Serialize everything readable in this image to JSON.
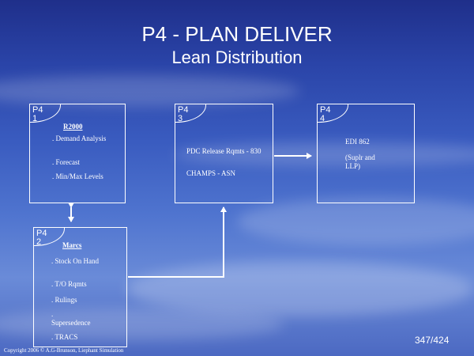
{
  "slide": {
    "title": "P4 - PLAN DELIVER",
    "subtitle": "Lean Distribution",
    "copyright": "Copyright 2006 © A.G-Brunson, Liephant Simulation",
    "page_number": "347/424"
  },
  "boxes": [
    {
      "id": "P4\n1",
      "header": "R2000",
      "lines": [
        ". Demand Analysis",
        ". Forecast",
        ". Min/Max Levels"
      ]
    },
    {
      "id": "P4\n2",
      "header": "Marcs",
      "lines": [
        ". Stock On Hand",
        ". T/O Rqmts",
        ". Rulings",
        ". Supersedence",
        ". TRACS"
      ]
    },
    {
      "id": "P4\n3",
      "lines": [
        "PDC Release Rqmts - 830",
        "CHAMPS - ASN"
      ]
    },
    {
      "id": "P4\n4",
      "lines": [
        "EDI 862",
        "(Suplr and LLP)"
      ]
    }
  ]
}
